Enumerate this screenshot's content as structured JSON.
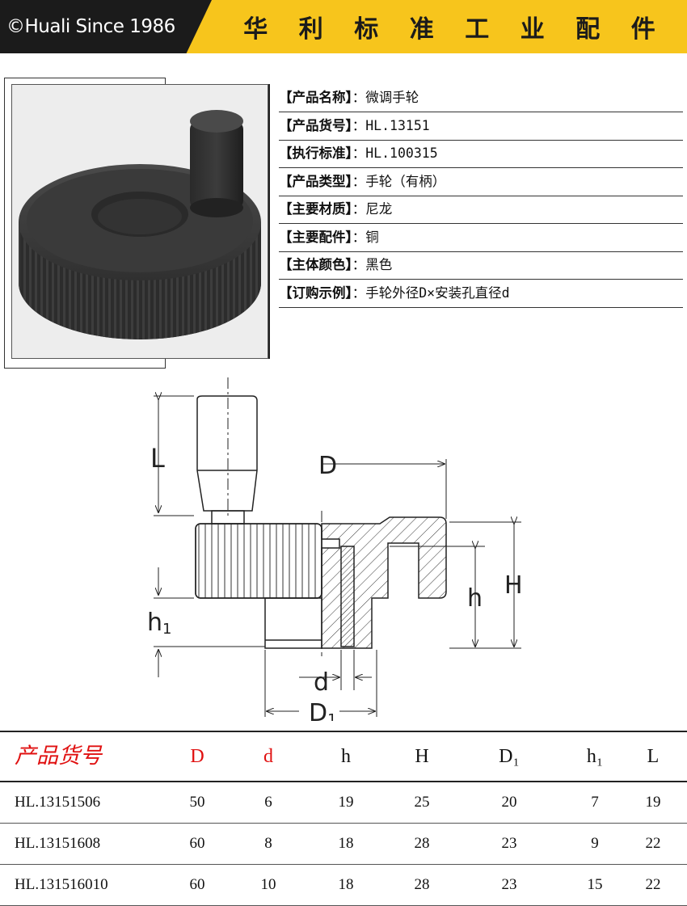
{
  "banner": {
    "brand": "©Huali Since 1986",
    "title_chars": [
      "华",
      "利",
      "标",
      "准",
      "工",
      "业",
      "配",
      "件"
    ],
    "bg_color": "#f7c51c",
    "brand_bg": "#1b1b1b"
  },
  "specs": [
    {
      "label": "【产品名称】",
      "value": "：微调手轮"
    },
    {
      "label": "【产品货号】",
      "value": "：HL.13151"
    },
    {
      "label": "【执行标准】",
      "value": "：HL.100315"
    },
    {
      "label": "【产品类型】",
      "value": "：手轮（有柄）"
    },
    {
      "label": "【主要材质】",
      "value": "：尼龙"
    },
    {
      "label": "【主要配件】",
      "value": "：铜"
    },
    {
      "label": "【主体颜色】",
      "value": "：黑色"
    },
    {
      "label": "【订购示例】",
      "value": "：手轮外径D×安装孔直径d"
    }
  ],
  "drawing_labels": {
    "L": "L",
    "D": "D",
    "H": "H",
    "h": "h",
    "h1": "h",
    "h1_sub": "1",
    "d": "d",
    "D1": "D",
    "D1_sub": "1"
  },
  "table": {
    "headers": [
      "产品货号",
      "D",
      "d",
      "h",
      "H",
      "D₁",
      "h₁",
      "L"
    ],
    "rows": [
      [
        "HL.13151506",
        "50",
        "6",
        "19",
        "25",
        "20",
        "7",
        "19"
      ],
      [
        "HL.13151608",
        "60",
        "8",
        "18",
        "28",
        "23",
        "9",
        "22"
      ],
      [
        "HL.131516010",
        "60",
        "10",
        "18",
        "28",
        "23",
        "15",
        "22"
      ]
    ]
  }
}
